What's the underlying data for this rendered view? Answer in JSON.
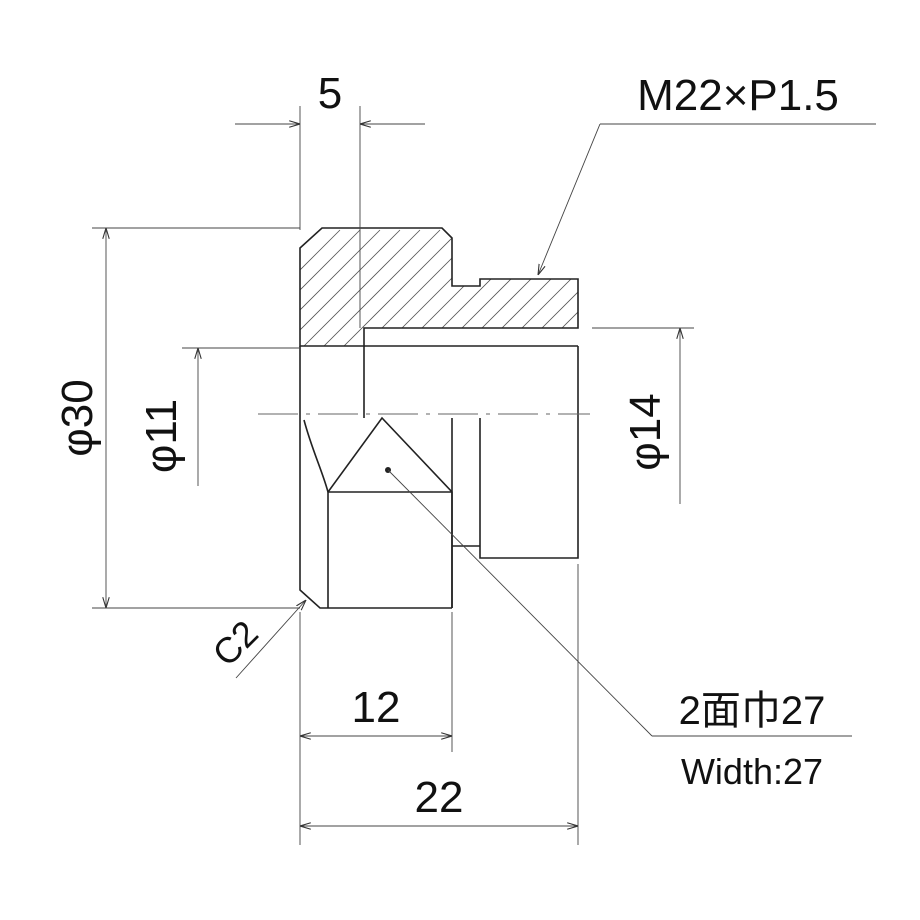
{
  "labels": {
    "dim_5": "5",
    "thread": "M22×P1.5",
    "dia_30": "φ30",
    "dia_11": "φ11",
    "dia_14": "φ14",
    "chamfer": "C2",
    "dim_12": "12",
    "dim_22": "22",
    "width_jp": "2面巾27",
    "width_en": "Width:27"
  },
  "colors": {
    "line": "#222222",
    "text": "#111111",
    "background": "#ffffff"
  }
}
